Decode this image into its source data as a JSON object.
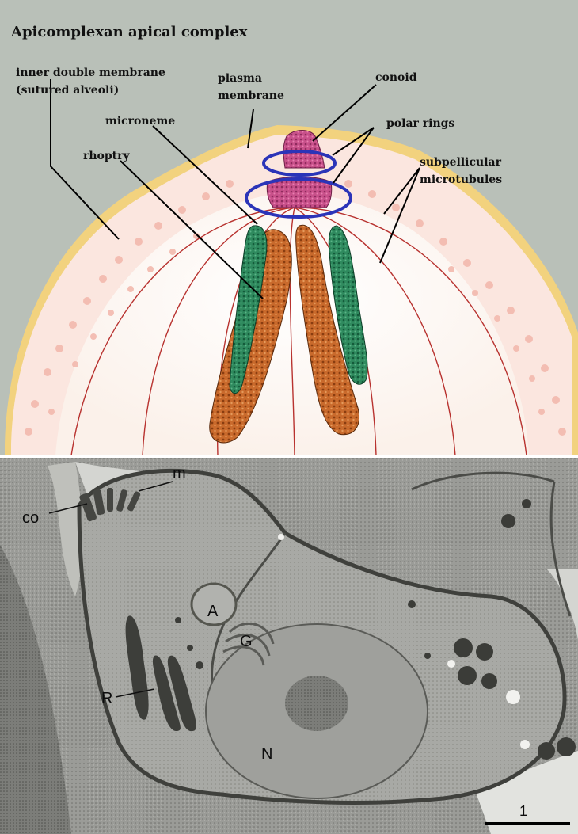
{
  "diagram": {
    "title": "Apicomplexan apical complex",
    "labels": {
      "inner_membrane_line1": "inner double membrane",
      "inner_membrane_line2": "(sutured alveoli)",
      "plasma_line1": "plasma",
      "plasma_line2": "membrane",
      "conoid": "conoid",
      "microneme": "microneme",
      "polar_rings": "polar rings",
      "rhoptry": "rhoptry",
      "subpellicular_line1": "subpellicular",
      "subpellicular_line2": "microtubules"
    }
  },
  "micrograph": {
    "labels": {
      "m": "m",
      "co": "co",
      "A": "A",
      "G": "G",
      "R": "R",
      "N": "N"
    },
    "scale_bar_label": "1"
  }
}
